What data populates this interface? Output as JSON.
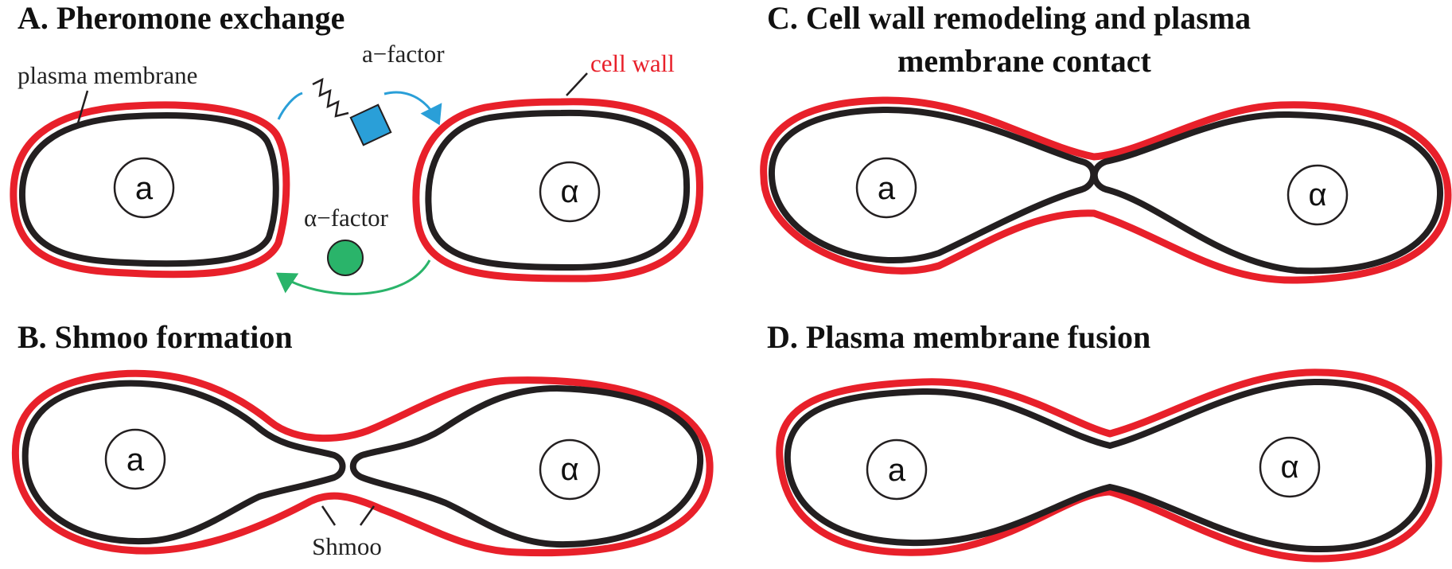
{
  "panels": {
    "a": {
      "title": "A. Pheromone exchange"
    },
    "b": {
      "title": "B. Shmoo formation"
    },
    "c": {
      "title_line1": "C. Cell wall remodeling and plasma",
      "title_line2": "membrane contact"
    },
    "d": {
      "title": "D. Plasma membrane fusion"
    }
  },
  "labels": {
    "plasma_membrane": "plasma membrane",
    "cell_wall": "cell wall",
    "a_factor": "a−factor",
    "alpha_factor": "α−factor",
    "shmoo": "Shmoo"
  },
  "cells": {
    "a_type": "a",
    "alpha_type": "α"
  },
  "colors": {
    "cell_wall": "#e8202a",
    "plasma_membrane": "#231f20",
    "a_factor": "#2a9fd8",
    "alpha_factor": "#2ab46a"
  }
}
